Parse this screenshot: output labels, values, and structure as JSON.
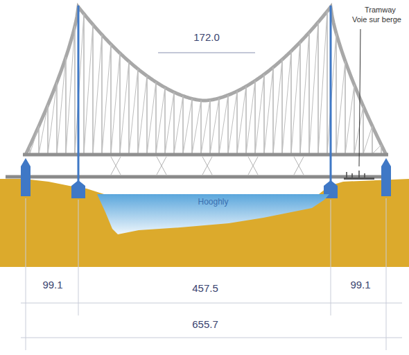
{
  "diagram": {
    "nodes": [
      {
        "text": [
          "Hooghly"
        ]
      }
    ],
    "labels": [
      "172.0",
      "Tramway",
      "Voie sur berge",
      "99.1",
      "457.5",
      "99.1",
      "655.7"
    ]
  }
}
